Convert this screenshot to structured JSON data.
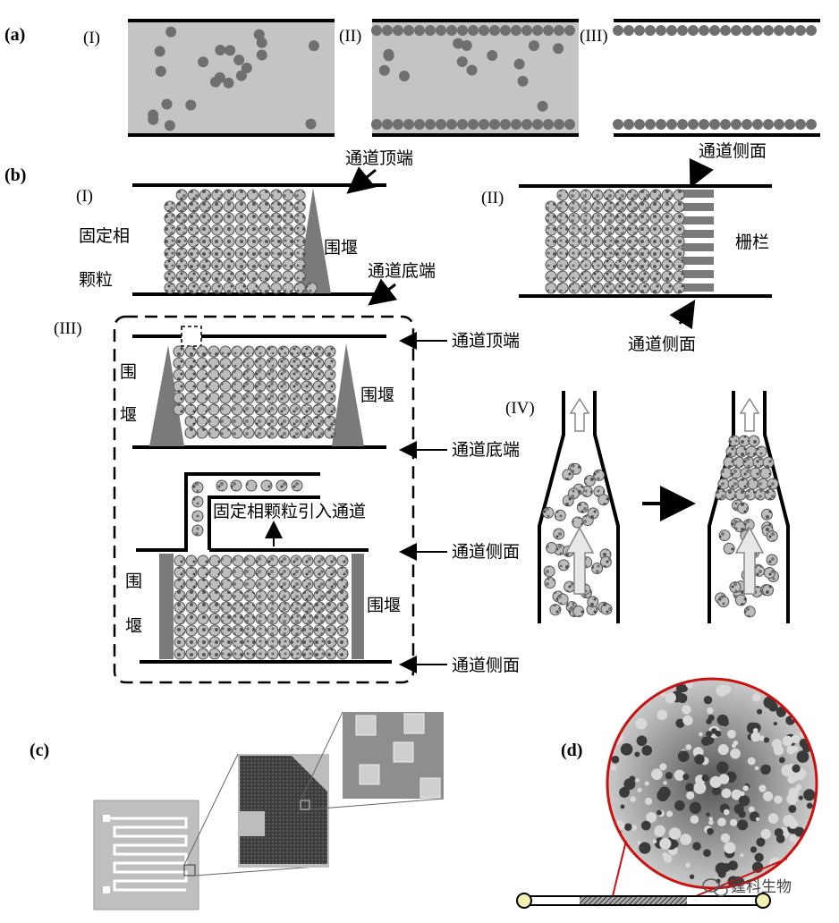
{
  "panels": {
    "a": "(a)",
    "b": "(b)",
    "c": "(c)",
    "d": "(d)"
  },
  "roman": {
    "I": "(I)",
    "II": "(II)",
    "III": "(III)",
    "IV": "(IV)"
  },
  "labels": {
    "channel_top": "通道顶端",
    "channel_bottom": "通道底端",
    "channel_side": "通道侧面",
    "stationary_phase_1": "固定相",
    "stationary_phase_2": "颗粒",
    "weir": "围堰",
    "weir_v1": "围",
    "weir_v2": "堰",
    "fence": "栅栏",
    "particle_inlet": "固定相颗粒引入通道"
  },
  "watermark": "霆科生物",
  "colors": {
    "gray_fill": "#c4c4c4",
    "particle": "#6f6f6f",
    "weir_fill": "#7a7a7a",
    "red": "#cc1111"
  }
}
